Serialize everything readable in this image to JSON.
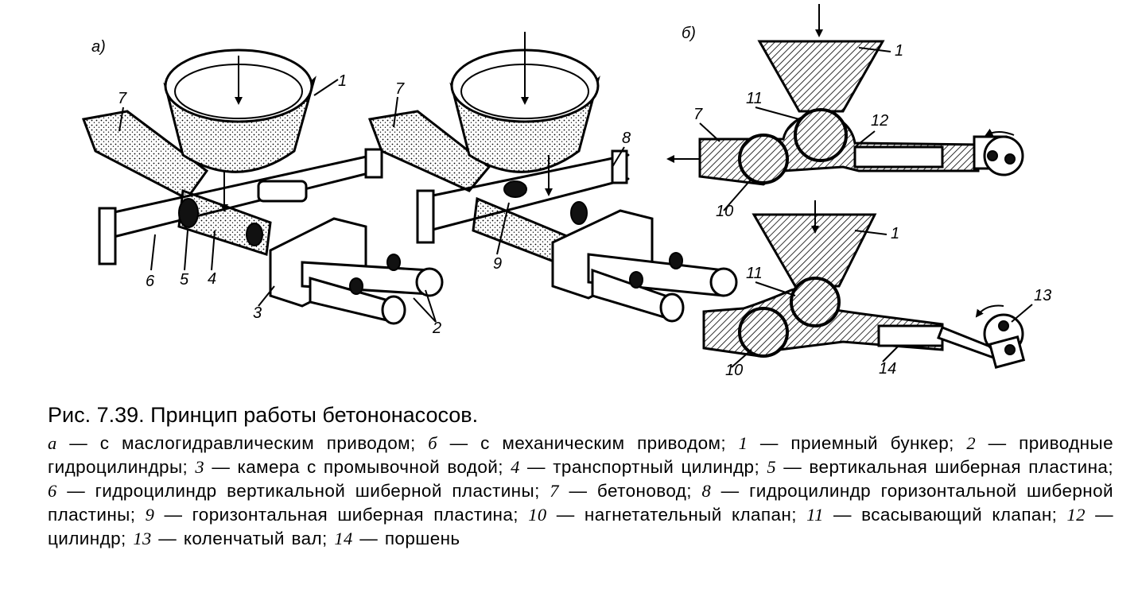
{
  "figure": {
    "panel_a_label": "а)",
    "panel_b_label": "б)",
    "callouts_a": [
      "7",
      "1",
      "6",
      "5",
      "4",
      "3",
      "2",
      "7",
      "8",
      "9"
    ],
    "callouts_b": [
      "1",
      "7",
      "11",
      "12",
      "10",
      "1",
      "11",
      "13",
      "10",
      "14"
    ]
  },
  "caption": {
    "title": "Рис. 7.39. Принцип работы бетононасосов.",
    "items": [
      {
        "num": "а",
        "text": "— с маслогидравлическим приводом; "
      },
      {
        "num": "б",
        "text": "— с механическим приводом; "
      },
      {
        "num": "1",
        "text": "— приемный бункер; "
      },
      {
        "num": "2",
        "text": "— приводные гидроцилиндры; "
      },
      {
        "num": "3",
        "text": "— камера с промывочной водой; "
      },
      {
        "num": "4",
        "text": "— транспортный цилиндр; "
      },
      {
        "num": "5",
        "text": "— вертикальная шиберная пластина; "
      },
      {
        "num": "6",
        "text": "— гидроцилиндр вертикальной шиберной пластины; "
      },
      {
        "num": "7",
        "text": "— бетоновод; "
      },
      {
        "num": "8",
        "text": "— гидроцилиндр горизонтальной шиберной пластины; "
      },
      {
        "num": "9",
        "text": "— горизонтальная шиберная пластина; "
      },
      {
        "num": "10",
        "text": "— нагнетательный клапан; "
      },
      {
        "num": "11",
        "text": "— всасывающий клапан; "
      },
      {
        "num": "12",
        "text": "— цилиндр; "
      },
      {
        "num": "13",
        "text": "— коленчатый вал; "
      },
      {
        "num": "14",
        "text": "— поршень"
      }
    ]
  }
}
